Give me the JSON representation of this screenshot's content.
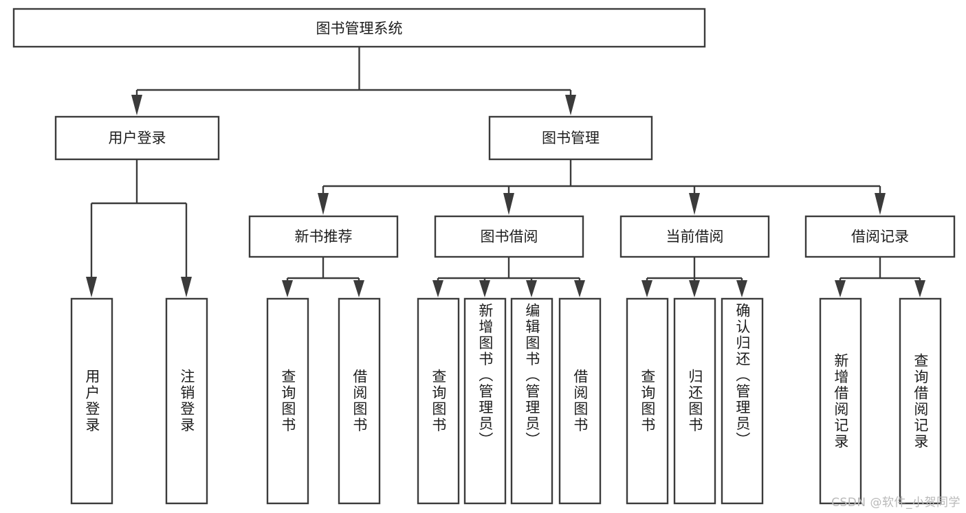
{
  "diagram": {
    "title": "图书管理系统",
    "type": "tree",
    "watermark": "CSDN @软件_小贺同学",
    "colors": {
      "box_stroke": "#3b3b3b",
      "box_fill": "#ffffff",
      "text": "#1d1d1d",
      "edge": "#3b3b3b",
      "background": "#ffffff",
      "watermark": "#b9b9b9"
    },
    "root": {
      "label": "图书管理系统"
    },
    "level2": [
      {
        "label": "用户登录"
      },
      {
        "label": "图书管理"
      }
    ],
    "level3": [
      {
        "label": "新书推荐"
      },
      {
        "label": "图书借阅"
      },
      {
        "label": "当前借阅"
      },
      {
        "label": "借阅记录"
      }
    ],
    "leaves": {
      "user_login": [
        {
          "label": "用户登录"
        },
        {
          "label": "注销登录"
        }
      ],
      "new_book_recommend": [
        {
          "label": "查询图书"
        },
        {
          "label": "借阅图书"
        }
      ],
      "book_borrow": [
        {
          "label": "查询图书"
        },
        {
          "label": "新增图书（管理员）"
        },
        {
          "label": "编辑图书（管理员）"
        },
        {
          "label": "借阅图书"
        }
      ],
      "current_borrow": [
        {
          "label": "查询图书"
        },
        {
          "label": "归还图书"
        },
        {
          "label": "确认归还（管理员）"
        }
      ],
      "borrow_record": [
        {
          "label": "新增借阅记录"
        },
        {
          "label": "查询借阅记录"
        }
      ]
    }
  }
}
